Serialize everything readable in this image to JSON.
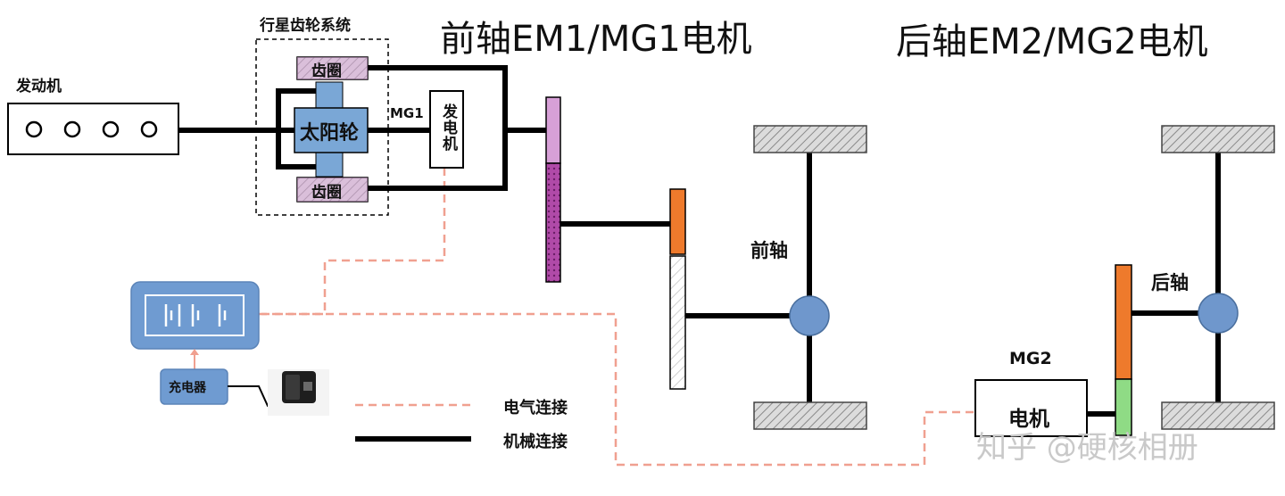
{
  "titles": {
    "front": "前轴EM1/MG1电机",
    "rear": "后轴EM2/MG2电机"
  },
  "labels": {
    "planetary_system": "行星齿轮系统",
    "engine": "发动机",
    "ring_gear_top": "齿圈",
    "ring_gear_bottom": "齿圈",
    "sun_gear": "太阳轮",
    "mg1_tag": "MG1",
    "generator": "发电机",
    "front_axle": "前轴",
    "rear_axle": "后轴",
    "mg2_tag": "MG2",
    "motor": "电机",
    "charger": "充电器"
  },
  "legend": {
    "electrical": "电气连接",
    "mechanical": "机械连接"
  },
  "watermark": "知乎 @硬核相册",
  "colors": {
    "mechanical_line": "#000000",
    "electrical_line": "#f0a090",
    "ring_gear_fill": "#d8a8d8",
    "sun_gear_fill": "#7aa7d6",
    "front_gear_top": "#d7a0d7",
    "front_gear_bottom": "#b04aa8",
    "axle_gear_orange": "#ee7a2c",
    "rear_gear_green": "#8fdb85",
    "diff_blue": "#6f97cc",
    "battery_blue": "#6f9bd1",
    "wheel_gray": "#d0d0d0"
  }
}
